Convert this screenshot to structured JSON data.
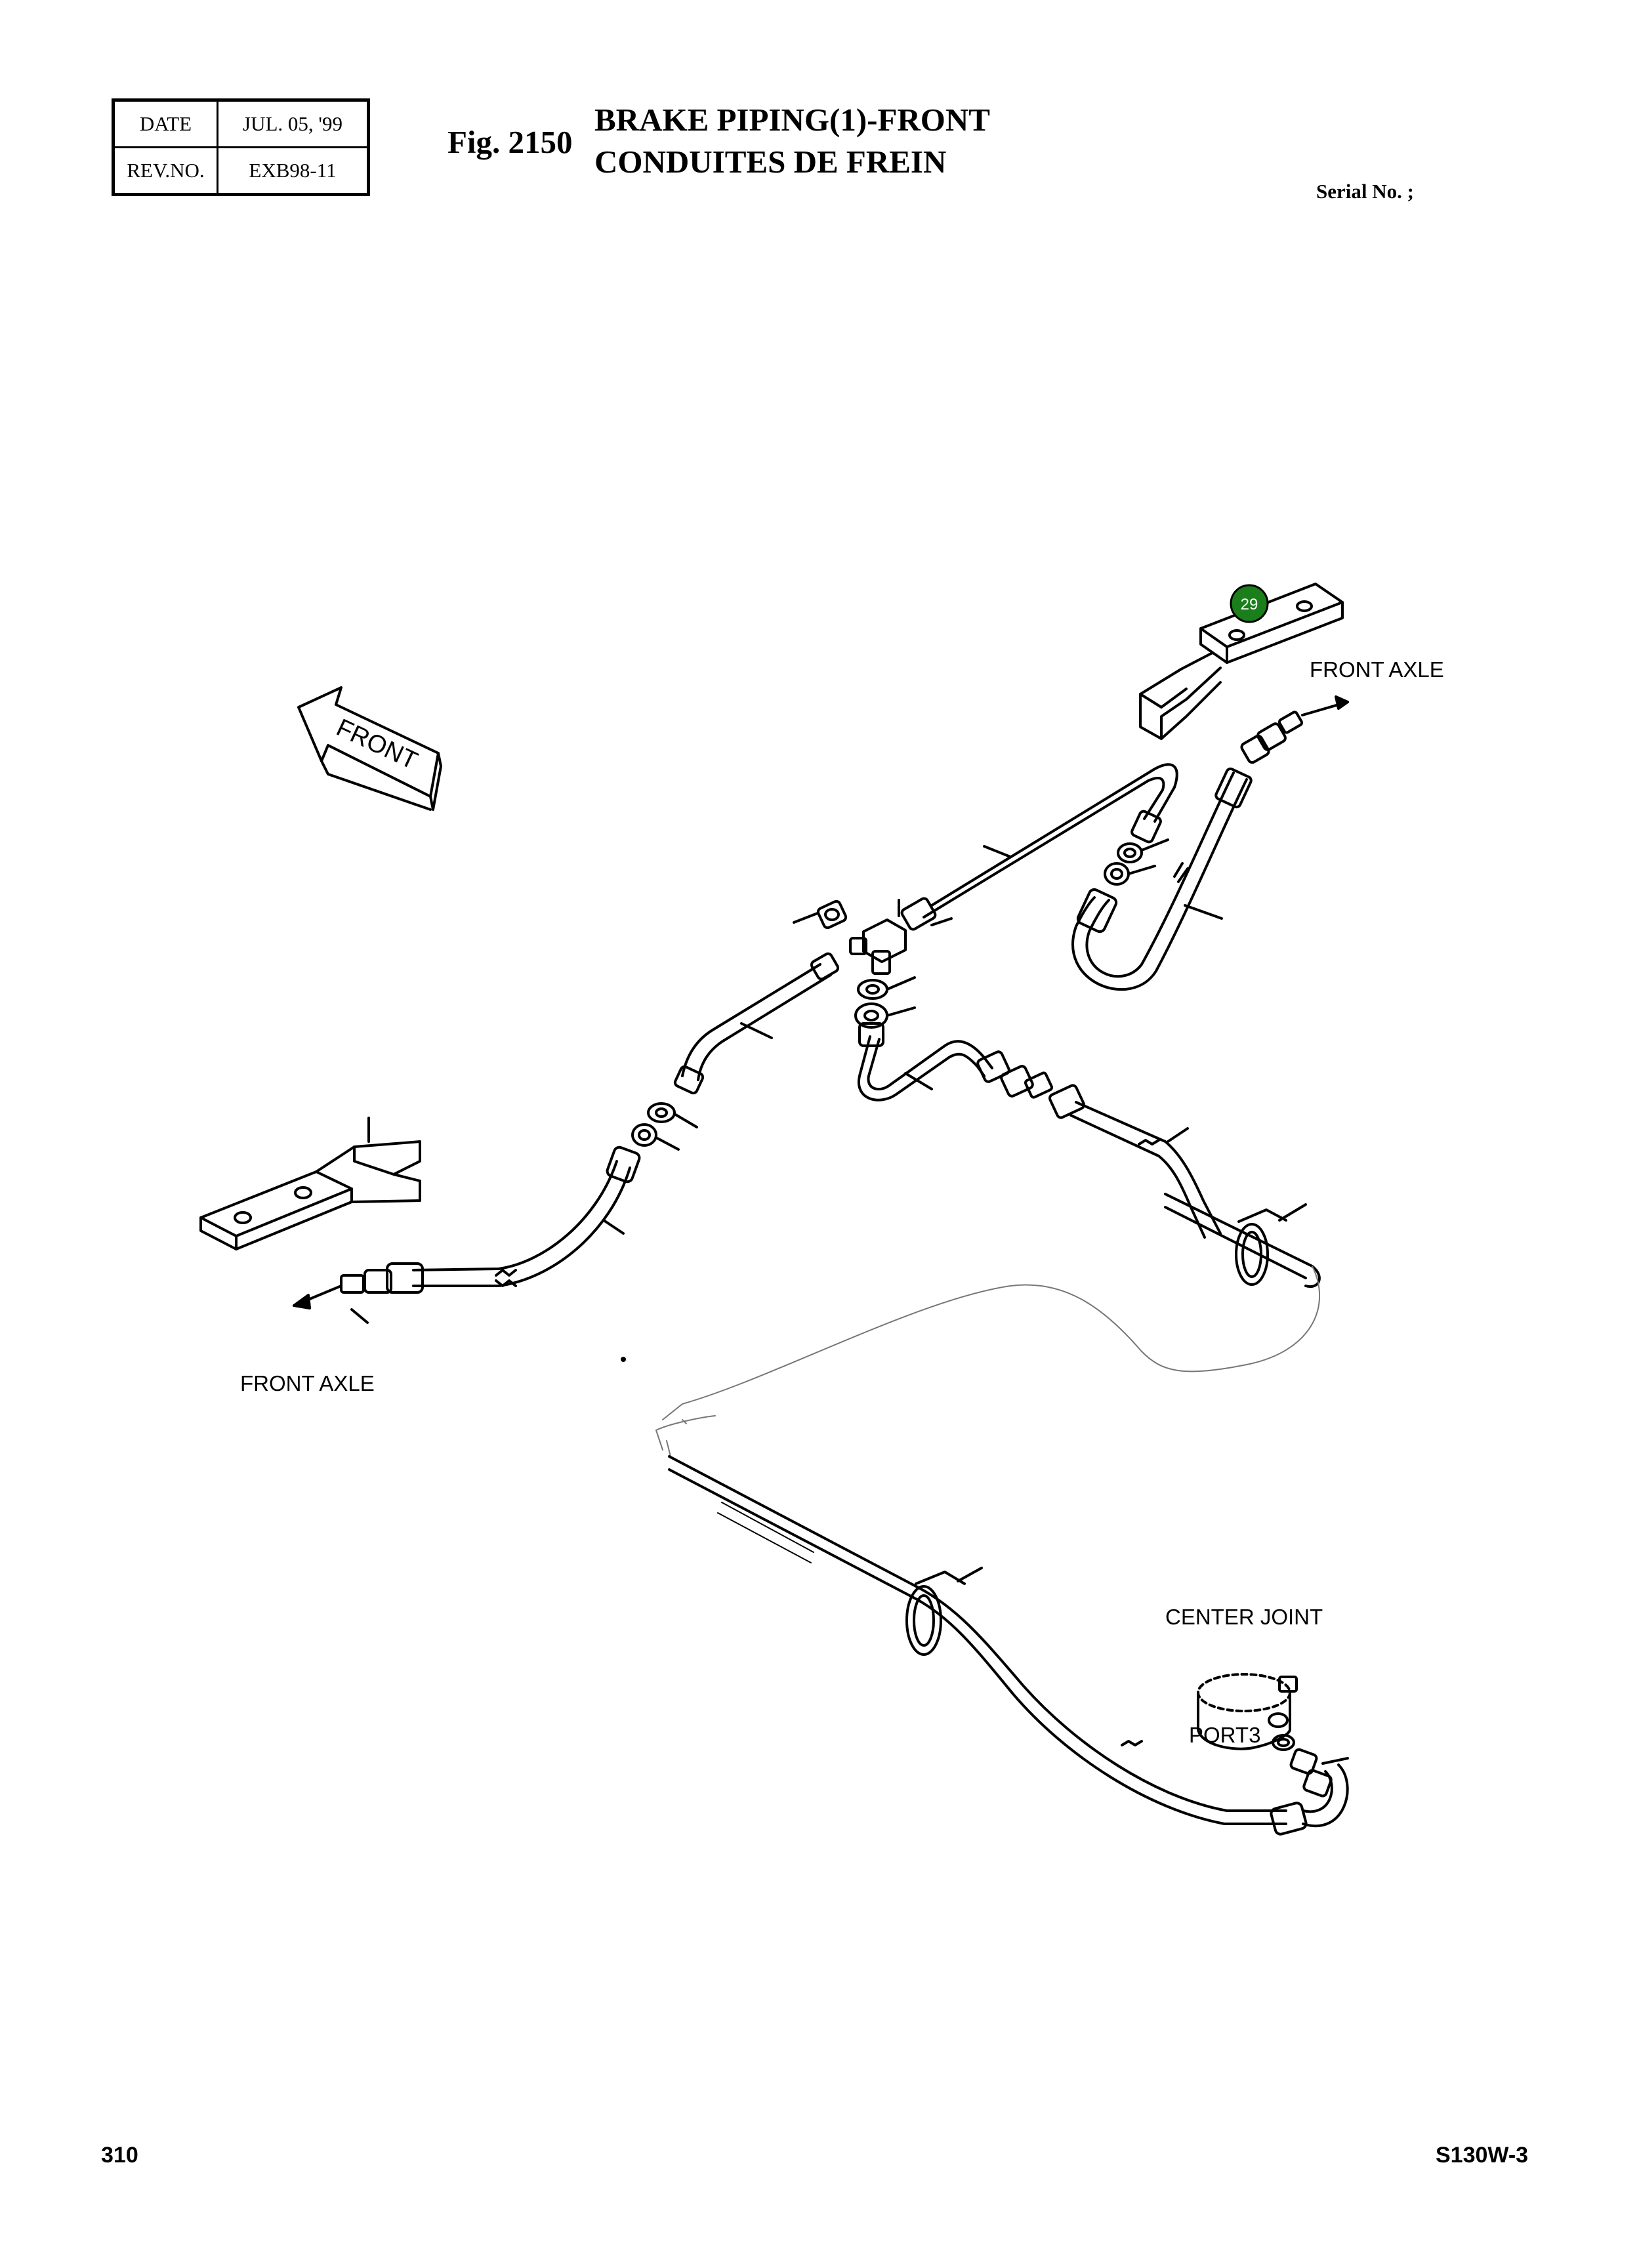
{
  "header": {
    "date_label": "DATE",
    "date_value": "JUL. 05, '99",
    "rev_label": "REV.NO.",
    "rev_value": "EXB98-11",
    "fig_number": "Fig. 2150",
    "title_line1": "BRAKE PIPING(1)-FRONT",
    "title_line2": "CONDUITES DE FREIN",
    "serial": "Serial No. ;"
  },
  "diagram": {
    "labels": {
      "front_axle_right": "FRONT AXLE",
      "front_axle_left": "FRONT AXLE",
      "center_joint": "CENTER JOINT",
      "port3": "PORT3",
      "front_arrow": "FRONT"
    },
    "callouts": [
      {
        "number": "29",
        "color": "#1a7f1a"
      }
    ]
  },
  "footer": {
    "page_number": "310",
    "model": "S130W-3"
  }
}
